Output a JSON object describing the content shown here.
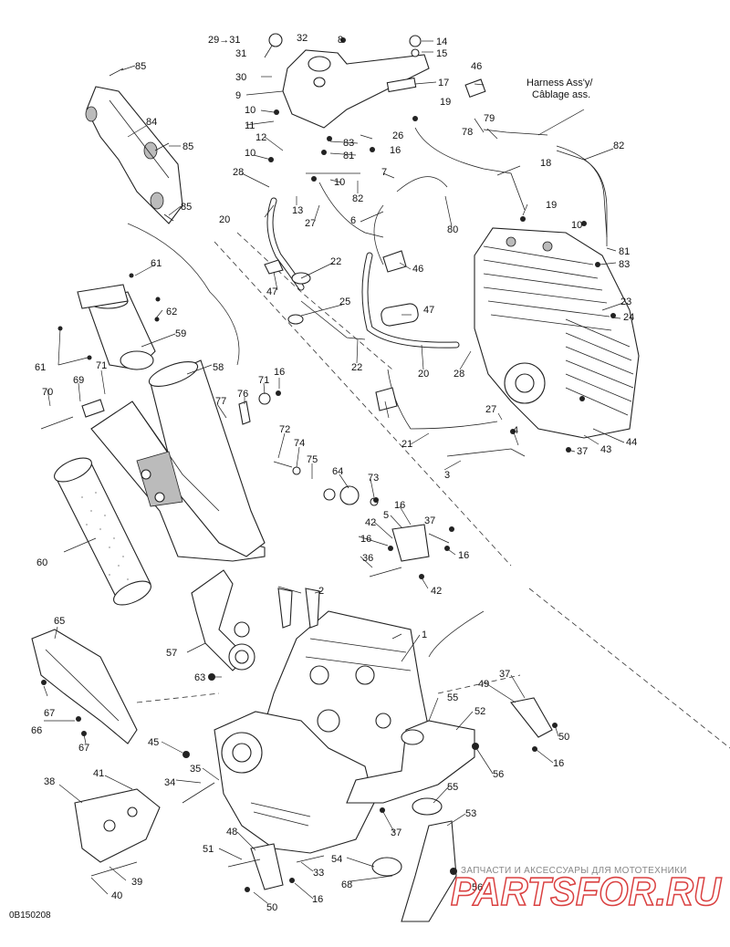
{
  "diagram": {
    "harness_label_en": "Harness Ass'y/",
    "harness_label_fr": "Câblage ass.",
    "drawing_code": "0B150208",
    "watermark_text": "ЗАПЧАСТИ И АКСЕССУАРЫ ДЛЯ МОТОТЕХНИКИ",
    "watermark_logo": "PARTSFOR.RU",
    "callouts": [
      "29→31",
      "32",
      "14",
      "15",
      "31",
      "8",
      "30",
      "17",
      "9",
      "46",
      "85",
      "19",
      "Harness",
      "10",
      "84",
      "11",
      "12",
      "26",
      "83",
      "79",
      "16",
      "81",
      "78",
      "10",
      "85",
      "82",
      "18",
      "28",
      "7",
      "13",
      "10",
      "27",
      "82",
      "20",
      "19",
      "6",
      "80",
      "85",
      "10",
      "81",
      "83",
      "22",
      "46",
      "47",
      "61",
      "25",
      "47",
      "23",
      "24",
      "62",
      "59",
      "22",
      "20",
      "28",
      "61",
      "58",
      "71",
      "16",
      "70",
      "69",
      "71",
      "76",
      "77",
      "27",
      "72",
      "74",
      "75",
      "21",
      "44",
      "43",
      "37",
      "4",
      "3",
      "64",
      "73",
      "60",
      "16",
      "42",
      "5",
      "37",
      "16",
      "36",
      "16",
      "42",
      "2",
      "1",
      "65",
      "57",
      "63",
      "37",
      "49",
      "52",
      "55",
      "50",
      "67",
      "66",
      "67",
      "45",
      "35",
      "56",
      "16",
      "34",
      "38",
      "41",
      "55",
      "53",
      "37",
      "48",
      "51",
      "33",
      "54",
      "39",
      "68",
      "40",
      "16",
      "50",
      "56"
    ]
  }
}
